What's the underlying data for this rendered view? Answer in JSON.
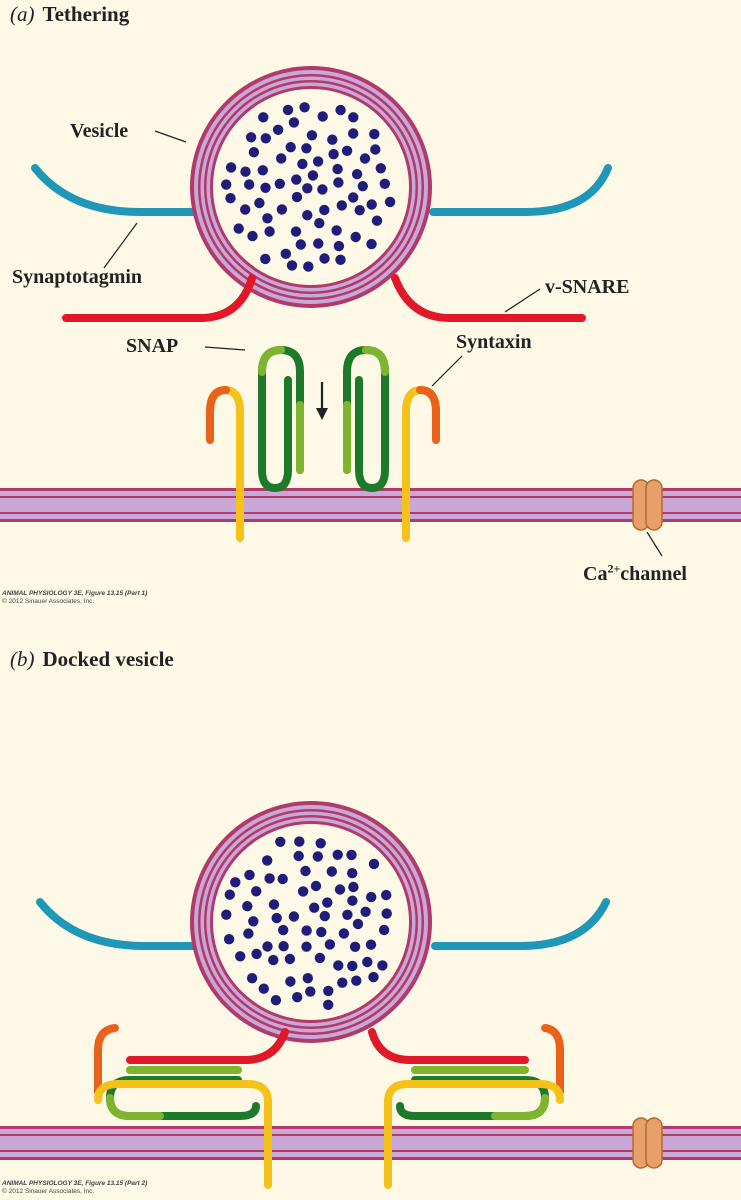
{
  "panel_a": {
    "letter": "(a)",
    "title": "Tethering",
    "labels": {
      "vesicle": "Vesicle",
      "synaptotagmin": "Synaptotagmin",
      "v_snare": "v-SNARE",
      "snap": "SNAP",
      "syntaxin": "Syntaxin",
      "ca_channel_prefix": "Ca",
      "ca_channel_sup": "2+",
      "ca_channel_suffix": "channel"
    },
    "credit_line1": "ANIMAL PHYSIOLOGY 3E, Figure 13.15 (Part 1)",
    "credit_line2": "© 2012 Sinauer Associates, Inc."
  },
  "panel_b": {
    "letter": "(b)",
    "title": "Docked vesicle",
    "credit_line1": "ANIMAL PHYSIOLOGY 3E, Figure 13.15 (Part 2)",
    "credit_line2": "© 2012 Sinauer Associates, Inc."
  },
  "colors": {
    "background": "#fdf9e6",
    "membrane_outer": "#b03a6a",
    "membrane_inner": "#c9a7d6",
    "vesicle_lumen": "#fdf9e6",
    "neurotransmitter": "#1f1d7a",
    "synaptotagmin": "#1f97b8",
    "v_snare": "#e0182a",
    "snap_dark": "#1d7a2a",
    "snap_light": "#7fb52e",
    "syntaxin_yellow": "#f5c21a",
    "syntaxin_orange": "#e8621c",
    "ca_channel": "#e8a06a"
  }
}
